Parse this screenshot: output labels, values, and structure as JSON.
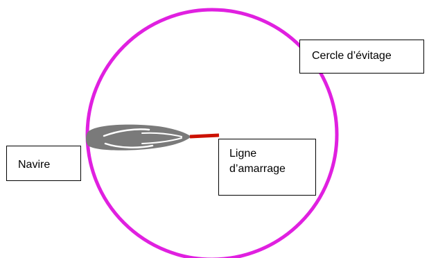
{
  "labels": {
    "cercle": "Cercle d’évitage",
    "navire": "Navire",
    "ligne_line1": "Ligne",
    "ligne_line2": "d’amarrage"
  },
  "colors": {
    "circle": "#e020e0",
    "ship_hull": "#7a7a7a",
    "ship_highlight": "#ffffff",
    "mooring_line": "#cc1100",
    "box_border": "#000000"
  }
}
